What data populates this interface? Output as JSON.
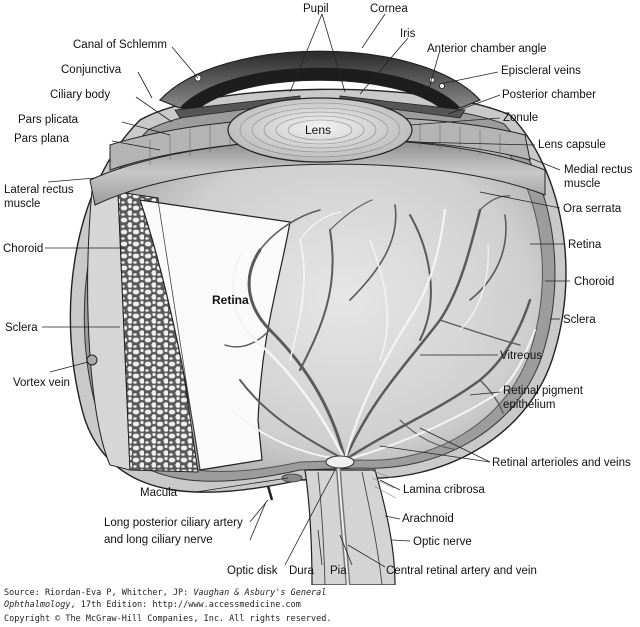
{
  "labels": {
    "pupil": "Pupil",
    "cornea": "Cornea",
    "canal_of_schlemm": "Canal of Schlemm",
    "iris": "Iris",
    "anterior_chamber_angle": "Anterior chamber angle",
    "conjunctiva": "Conjunctiva",
    "episcleral_veins": "Episcleral veins",
    "ciliary_body": "Ciliary body",
    "posterior_chamber": "Posterior chamber",
    "pars_plicata": "Pars plicata",
    "zonule": "Zonule",
    "pars_plana": "Pars plana",
    "lens": "Lens",
    "lens_capsule": "Lens capsule",
    "medial_rectus_line1": "Medial rectus",
    "medial_rectus_line2": "muscle",
    "lateral_rectus_line1": "Lateral rectus",
    "lateral_rectus_line2": "muscle",
    "ora_serrata": "Ora serrata",
    "choroid_left": "Choroid",
    "retina_right": "Retina",
    "choroid_right": "Choroid",
    "retina_center": "Retina",
    "sclera_left": "Sclera",
    "sclera_right": "Sclera",
    "vitreous": "Vitreous",
    "vortex_vein": "Vortex vein",
    "retinal_pigment_line1": "Retinal pigment",
    "retinal_pigment_line2": "epithelium",
    "retinal_arterioles": "Retinal arterioles and veins",
    "macula": "Macula",
    "lamina_cribrosa": "Lamina cribrosa",
    "long_posterior_line1": "Long posterior ciliary artery",
    "long_posterior_line2": "and long ciliary nerve",
    "arachnoid": "Arachnoid",
    "optic_nerve": "Optic nerve",
    "optic_disk": "Optic disk",
    "dura": "Dura",
    "pia": "Pia",
    "central_retinal": "Central retinal artery and vein"
  },
  "credit": {
    "source_prefix": "Source: Riordan-Eva P, Whitcher, JP: ",
    "source_title": "Vaughan & Asbury's General",
    "source_title2": "Ophthalmology",
    "source_suffix": ", 17th Edition: http://www.accessmedicine.com",
    "copyright": "Copyright © The McGraw-Hill Companies, Inc. All rights reserved."
  }
}
